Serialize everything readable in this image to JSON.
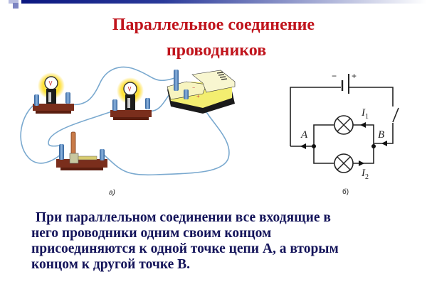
{
  "decor": {
    "top_bar_gradient": [
      "#0b1780",
      "#ffffff"
    ]
  },
  "title": {
    "line1": "Параллельное соединение",
    "line2": "проводников",
    "color": "#c0141c"
  },
  "figure_a": {
    "caption": "а)",
    "components": [
      "lamp-1",
      "lamp-2",
      "battery",
      "knife-switch",
      "wires"
    ]
  },
  "figure_b": {
    "caption": "б)",
    "battery_minus": "−",
    "battery_plus": "+",
    "node_a": "A",
    "node_b": "B",
    "current_1": "I",
    "current_1_sub": "1",
    "current_2": "I",
    "current_2_sub": "2"
  },
  "body": {
    "lines": [
      "При параллельном соединении все входящие в",
      "него проводники одним своим концом",
      "присоединяются к одной точке цепи А, а вторым",
      "концом к другой точке В."
    ],
    "color": "#14145a"
  }
}
